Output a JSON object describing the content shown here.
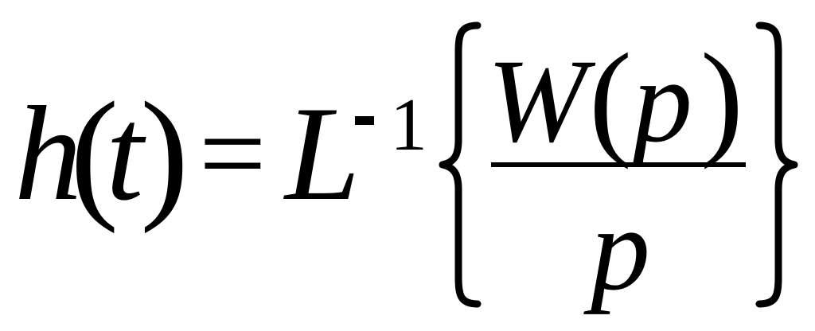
{
  "formula": {
    "lhs": {
      "function": "h",
      "open_paren": "(",
      "argument": "t",
      "close_paren": ")"
    },
    "equals": "=",
    "operator": {
      "symbol": "L",
      "exponent_sign": "-",
      "exponent_value": "1"
    },
    "fraction": {
      "numerator": {
        "function": "W",
        "open_paren": "(",
        "argument": "p",
        "close_paren": ")"
      },
      "denominator": "p"
    }
  }
}
